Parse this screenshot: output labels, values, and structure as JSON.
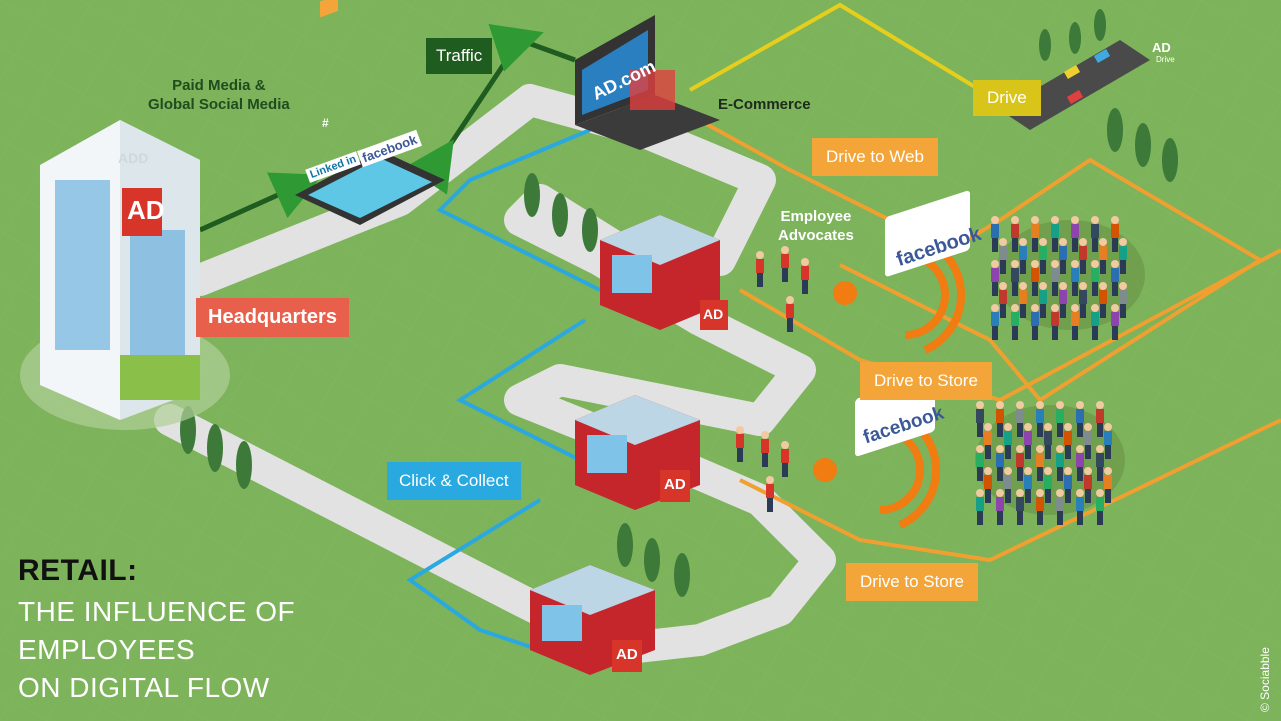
{
  "labels": {
    "headquarters": "Headquarters",
    "traffic": "Traffic",
    "paid_media": "Paid Media &\nGlobal Social Media",
    "ecommerce": "E-Commerce",
    "drive": "Drive",
    "drive_to_web": "Drive to Web",
    "employee_advocates": "Employee\nAdvocates",
    "drive_to_store_1": "Drive to Store",
    "drive_to_store_2": "Drive to Store",
    "click_collect": "Click & Collect"
  },
  "signs": {
    "hq_logo": "AD",
    "store_logo": "AD",
    "store_sign_small": "Drive",
    "web_domain": "AD.com",
    "hq_roof": "ADD"
  },
  "social": {
    "facebook": "facebook",
    "linkedin": "Linked in",
    "hashtag": "#"
  },
  "title": {
    "main": "RETAIL:",
    "line1": "THE INFLUENCE OF",
    "line2": "EMPLOYEES",
    "line3": "ON DIGITAL FLOW"
  },
  "brand": "© Sociabble",
  "colors": {
    "background": "#7db35a",
    "road": "#dcdcdc",
    "orange_flow": "#f0a030",
    "blue_flow": "#2aa8e0",
    "green_flow": "#1f5c1f",
    "yellow_flow": "#e6cf1c",
    "accent_red": "#d7342a"
  }
}
